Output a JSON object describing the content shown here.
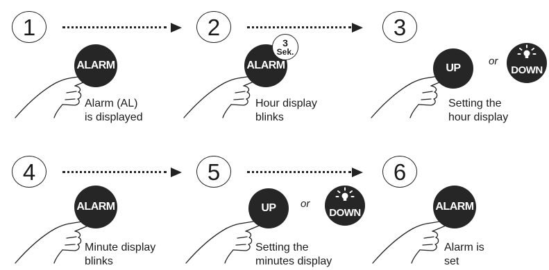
{
  "steps": [
    {
      "number": "1",
      "caption_line1": "Alarm (AL)",
      "caption_line2": "is displayed"
    },
    {
      "number": "2",
      "caption_line1": "Hour display",
      "caption_line2": "blinks"
    },
    {
      "number": "3",
      "caption_line1": "Setting the",
      "caption_line2": "hour display"
    },
    {
      "number": "4",
      "caption_line1": "Minute display",
      "caption_line2": "blinks"
    },
    {
      "number": "5",
      "caption_line1": "Setting the",
      "caption_line2": "minutes display"
    },
    {
      "number": "6",
      "caption_line1": "Alarm is",
      "caption_line2": "set"
    }
  ],
  "buttons": {
    "alarm_label": "ALARM",
    "up_label": "UP",
    "down_label": "DOWN"
  },
  "badge": {
    "number": "3",
    "unit": "Sek."
  },
  "or_text": "or",
  "icons": {
    "hand": "pressing-hand-icon",
    "light": "light-bulb-icon",
    "arrow": "dotted-arrow-icon"
  },
  "colors": {
    "button": "#262626",
    "line": "#222222",
    "background": "#ffffff"
  }
}
